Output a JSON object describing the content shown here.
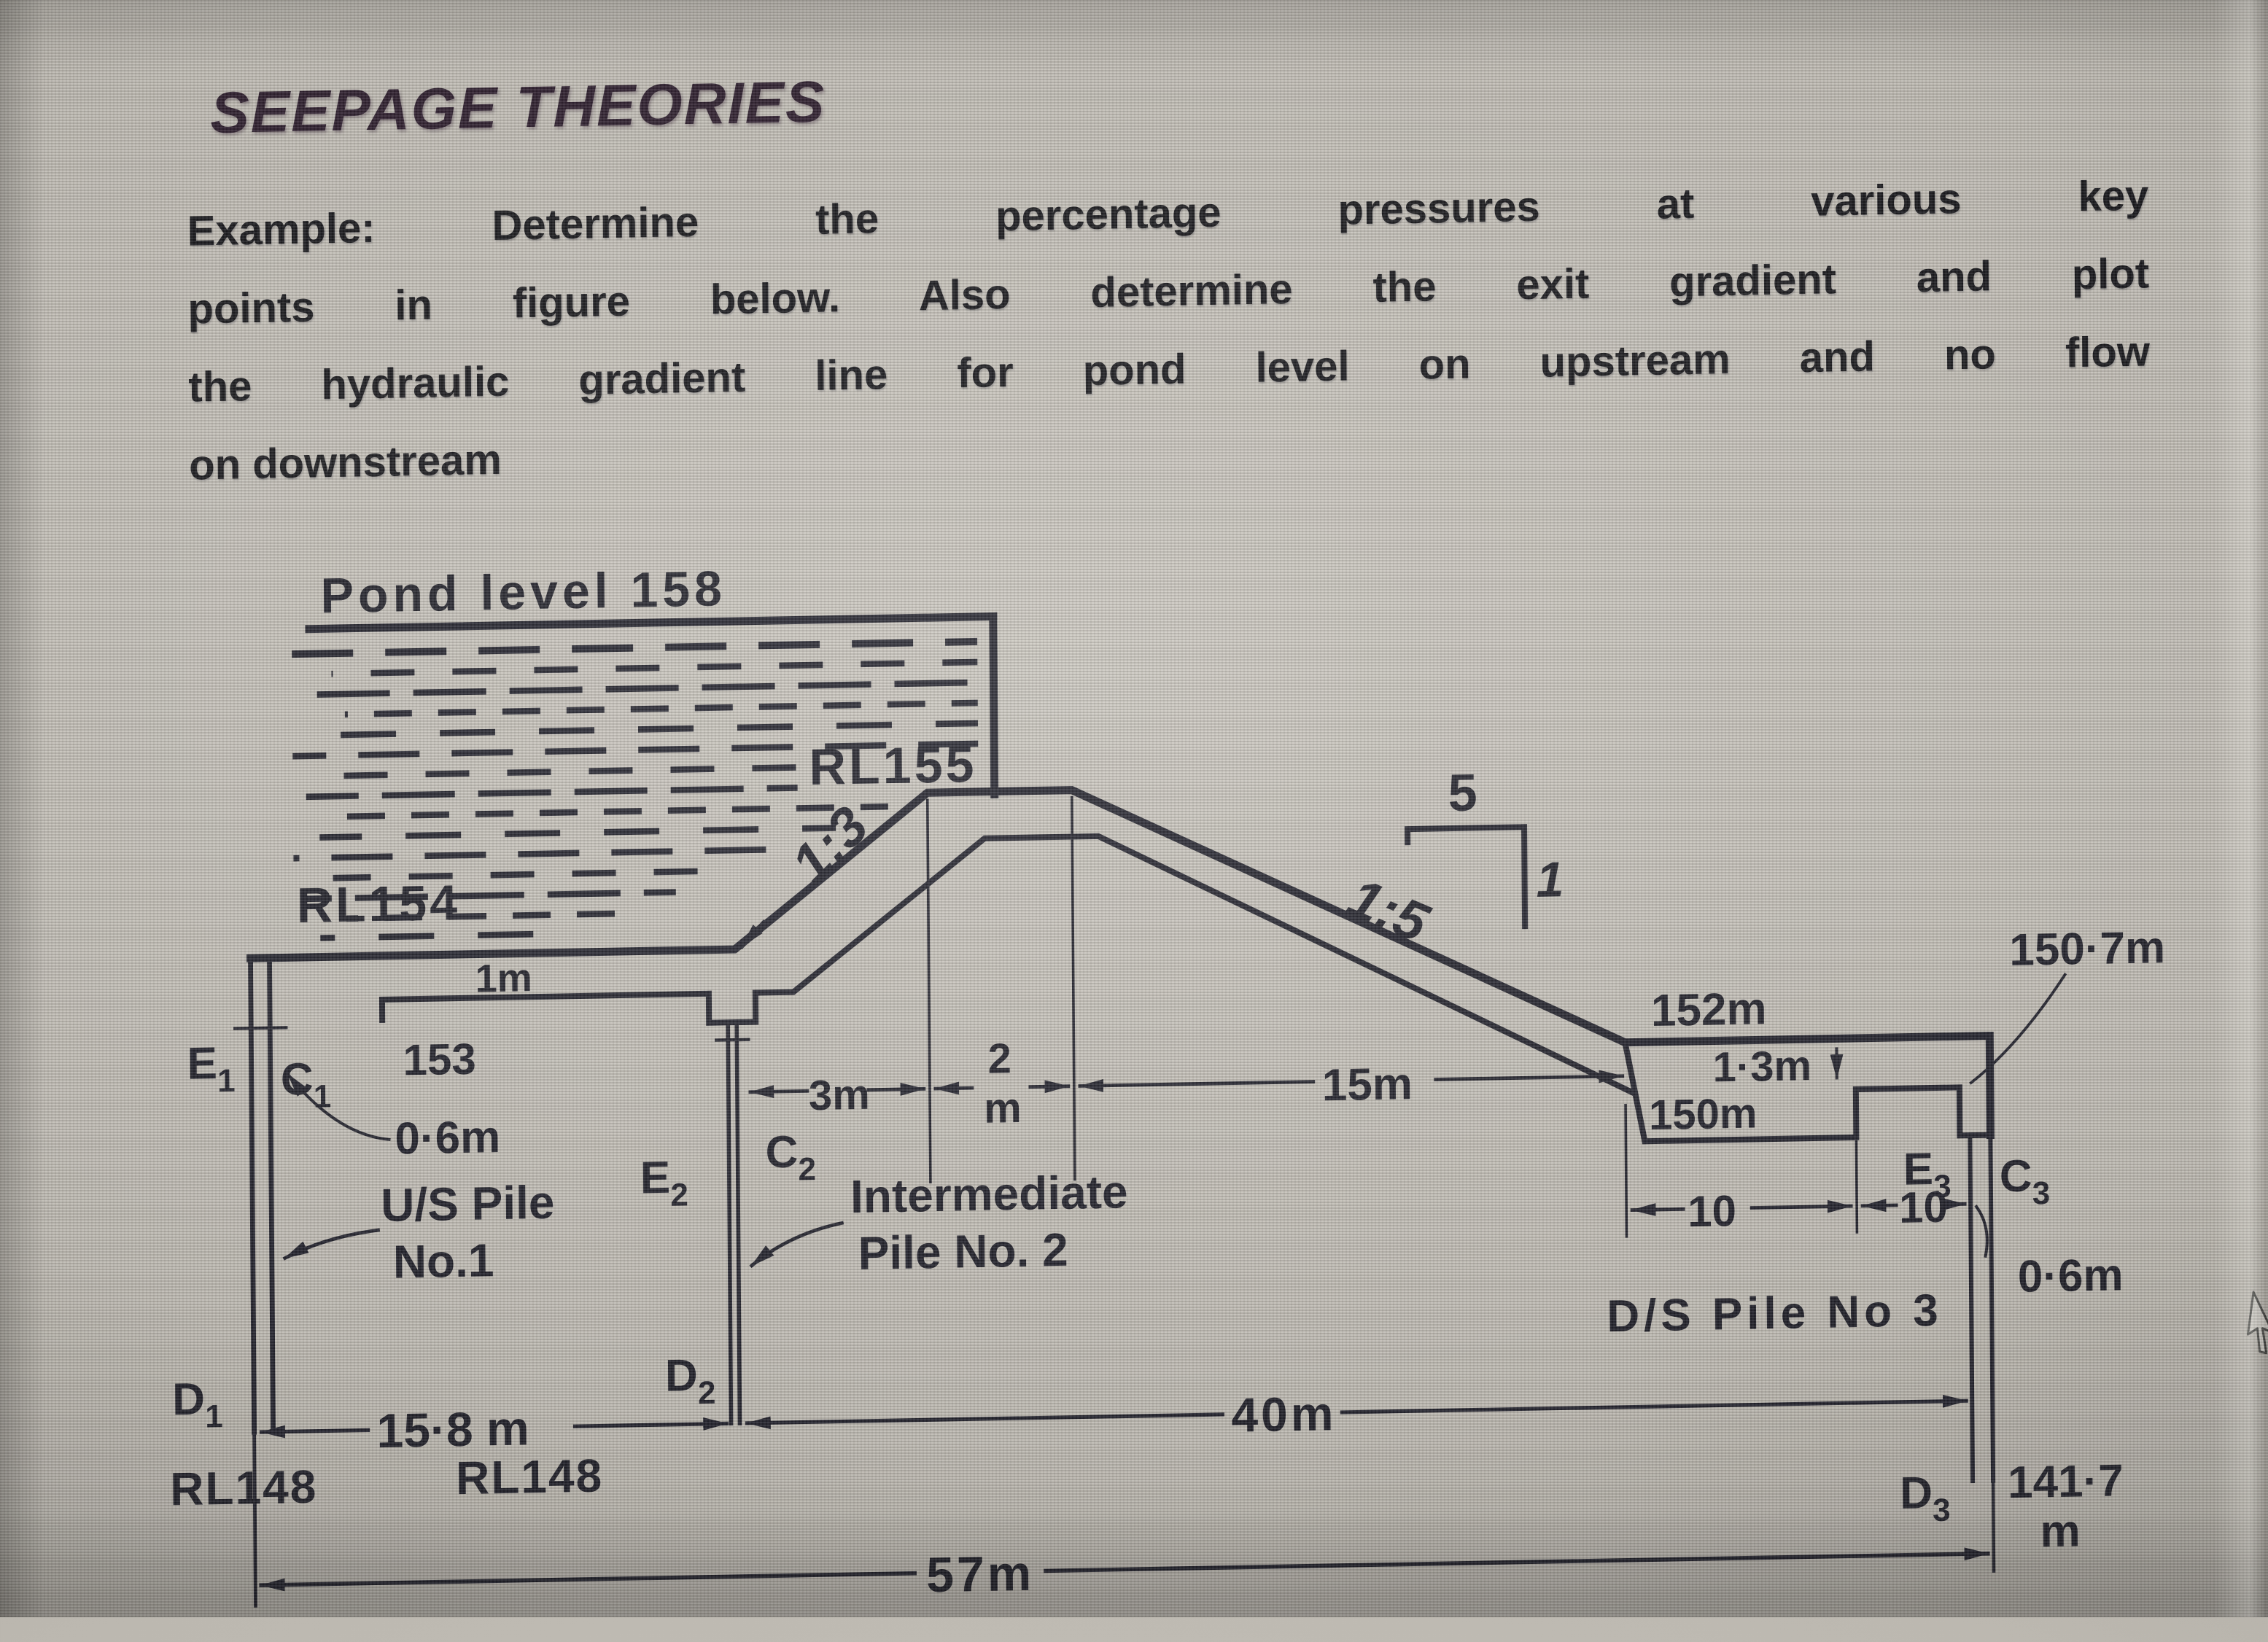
{
  "slide": {
    "title": "SEEPAGE THEORIES",
    "paragraph": {
      "line1": "Example: Determine the percentage pressures at various key",
      "line2": "points in figure below. Also determine the exit gradient and plot",
      "line3": "the hydraulic gradient line for pond level on upstream and no flow",
      "line4": "on downstream"
    }
  },
  "diagram": {
    "pond": {
      "label": "Pond level 158",
      "crest_rl": "RL155"
    },
    "upstream": {
      "floor_rl": "RL154",
      "floor_thickness": "1m",
      "floor_bottom_level": "153",
      "pile_width": "0·6m",
      "pile_name_line1": "U/S Pile",
      "pile_name_line2": "No.1"
    },
    "intermediate": {
      "name_line1": "Intermediate",
      "name_line2": "Pile No. 2"
    },
    "downstream": {
      "floor_level": "152m",
      "floor_thin_thickness": "1·3m",
      "floor_bottom_level": "150m",
      "thin_bottom_level": "150·7m",
      "pile_name": "D/S Pile No 3",
      "pile_width": "0·6m",
      "pile_bottom_value": "141·7",
      "pile_bottom_unit": "m"
    },
    "slopes": {
      "us": "1:3",
      "ds": "1:5",
      "ratio_run": "5",
      "ratio_rise": "1"
    },
    "keypoints": {
      "e1": {
        "base": "E",
        "sub": "1"
      },
      "c1": {
        "base": "C",
        "sub": "1"
      },
      "e2": {
        "base": "E",
        "sub": "2"
      },
      "c2": {
        "base": "C",
        "sub": "2"
      },
      "e3": {
        "base": "E",
        "sub": "3"
      },
      "c3": {
        "base": "C",
        "sub": "3"
      },
      "d1": {
        "base": "D",
        "sub": "1"
      },
      "d2": {
        "base": "D",
        "sub": "2"
      },
      "d3": {
        "base": "D",
        "sub": "3"
      }
    },
    "dimensions": {
      "pile1_to_pile2": "15·8 m",
      "pile2_to_pile3": "40m",
      "total_floor": "57m",
      "us_glacis_run": "3m",
      "crest_width_value": "2",
      "crest_width_unit": "m",
      "ds_glacis_run": "15m",
      "ds_floor_seg1": "10",
      "ds_floor_seg2": "10"
    },
    "levels": {
      "rl148_pile1": "RL148",
      "rl148_pile2": "RL148"
    }
  }
}
